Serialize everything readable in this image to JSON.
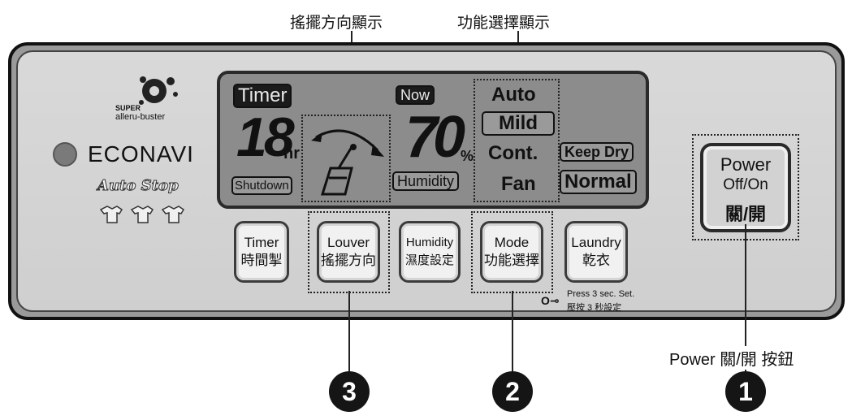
{
  "callouts": {
    "louver_display": "搖擺方向顯示",
    "function_display": "功能選擇顯示",
    "power_button": "Power 關/開 按鈕"
  },
  "brand": {
    "super": "SUPER",
    "alleru_buster": "alleru-buster",
    "econavi": "ECONAVI",
    "auto_stop": "Auto Stop"
  },
  "lcd": {
    "timer_label": "Timer",
    "timer_value": "18",
    "timer_unit": "hr",
    "shutdown_label": "Shutdown",
    "now_label": "Now",
    "humidity_value": "70",
    "humidity_unit": "%",
    "humidity_label": "Humidity",
    "modes": [
      "Auto",
      "Mild",
      "Cont.",
      "Fan"
    ],
    "keep_dry": "Keep Dry",
    "normal": "Normal"
  },
  "buttons": [
    {
      "en": "Timer",
      "zh": "時間掣"
    },
    {
      "en": "Louver",
      "zh": "搖擺方向"
    },
    {
      "en": "Humidity",
      "zh": "濕度設定"
    },
    {
      "en": "Mode",
      "zh": "功能選擇"
    },
    {
      "en": "Laundry",
      "zh": "乾衣"
    }
  ],
  "lock_note": {
    "line1": "Press 3 sec. Set.",
    "line2": "壓按 3 秒設定"
  },
  "power": {
    "label": "Power",
    "off_on": "Off/On",
    "zh": "關/開"
  },
  "badges": {
    "louver": "3",
    "mode": "2",
    "power": "1"
  }
}
